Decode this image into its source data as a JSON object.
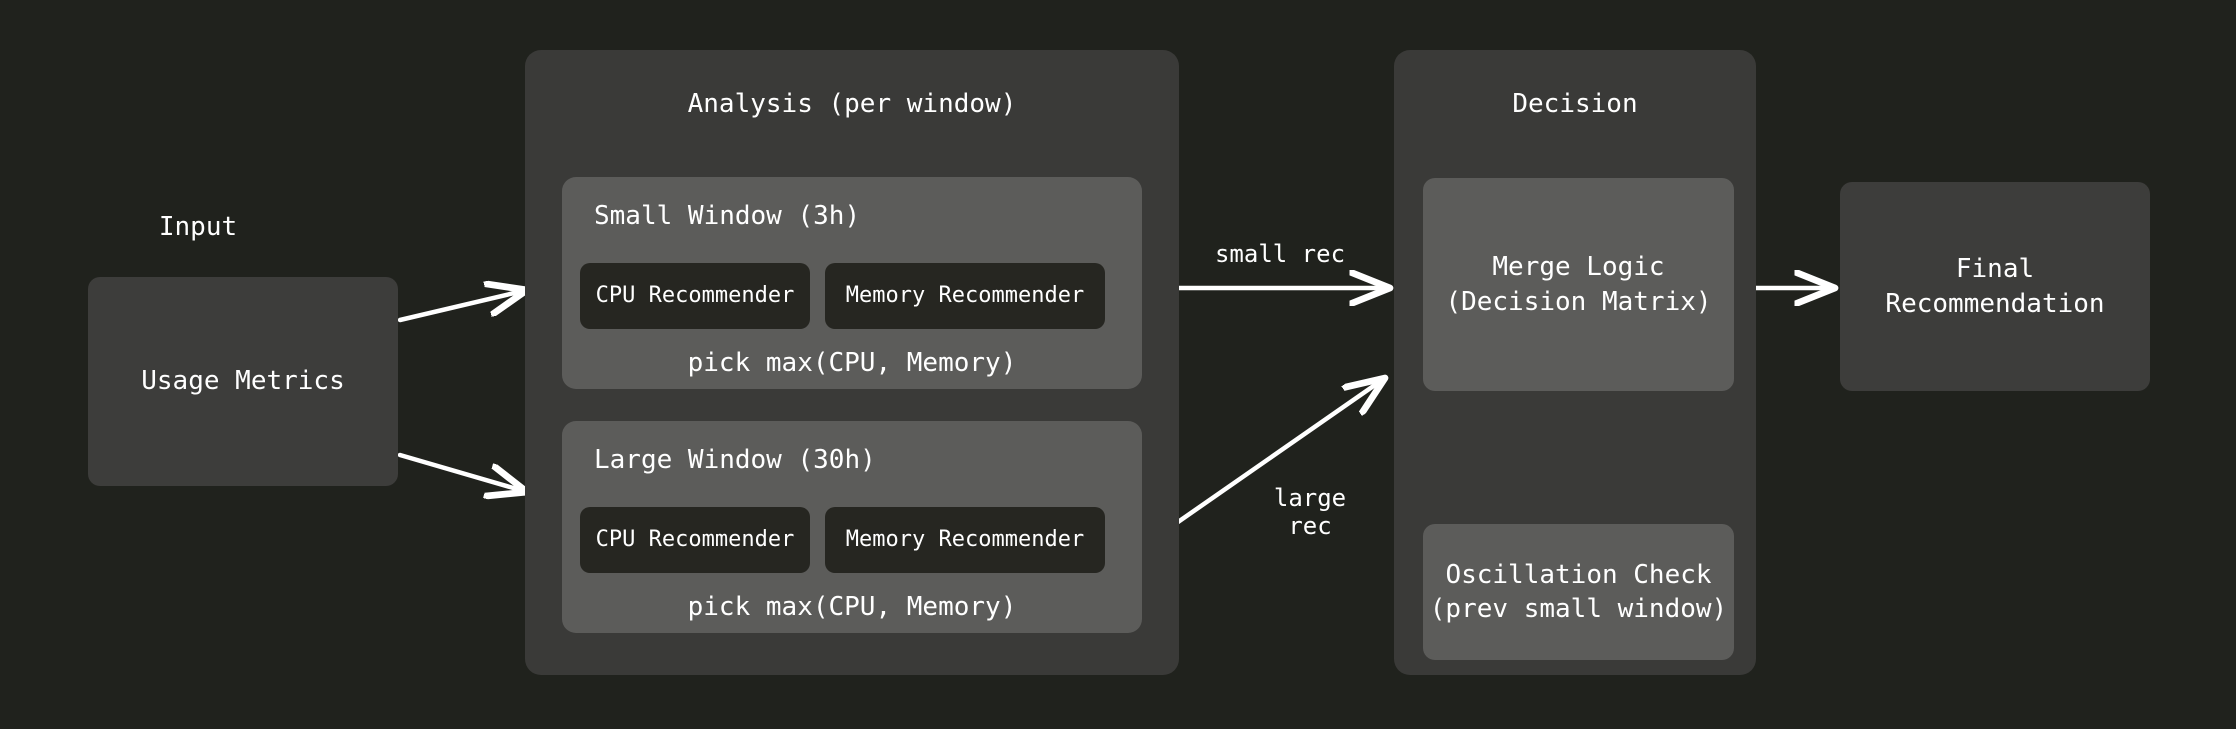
{
  "diagram": {
    "title_input": "Input",
    "background_color": "#20221d",
    "cluster_color": "#3a3a38",
    "window_color": "#5c5c5a",
    "recommender_color": "#262621",
    "node_color": "#3d3d3b",
    "edge_color": "#ffffff"
  },
  "input": {
    "label": "Input",
    "node": "Usage Metrics"
  },
  "analysis": {
    "title": "Analysis (per window)",
    "windows": [
      {
        "title": "Small Window (3h)",
        "cpu": "CPU Recommender",
        "memory": "Memory Recommender",
        "caption": "pick max(CPU, Memory)"
      },
      {
        "title": "Large Window (30h)",
        "cpu": "CPU Recommender",
        "memory": "Memory Recommender",
        "caption": "pick max(CPU, Memory)"
      }
    ]
  },
  "decision": {
    "title": "Decision",
    "merge_logic": "Merge Logic\n(Decision Matrix)",
    "oscillation_check": "Oscillation Check\n(prev small window)"
  },
  "output": {
    "final": "Final\nRecommendation"
  },
  "edges": {
    "small_rec": "small rec",
    "large_rec": "large\nrec"
  }
}
